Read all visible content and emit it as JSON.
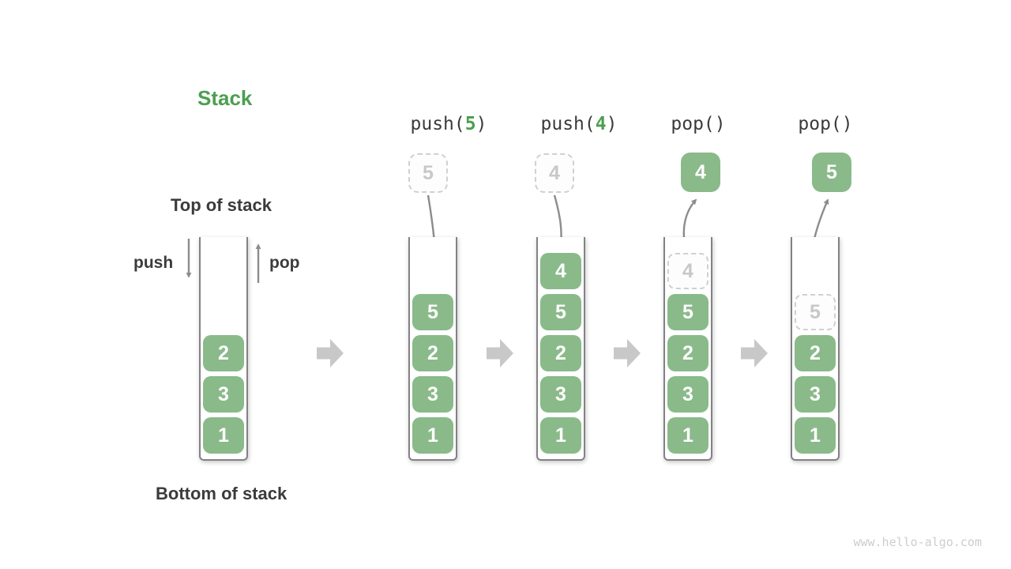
{
  "title": "Stack",
  "labels": {
    "top": "Top of stack",
    "bottom": "Bottom of stack",
    "push": "push",
    "pop": "pop"
  },
  "watermark": "www.hello-algo.com",
  "colors": {
    "box_green": "#8aba8a",
    "accent_green": "#4d9e50",
    "text_dark": "#3b3b3b",
    "container_border": "#828282",
    "flow_arrow_gray": "#8c8c8c",
    "transition_arrow_gray": "#c8c8c8",
    "dashed_border": "#d0d0d0",
    "dashed_text": "#c8c8c8",
    "watermark_gray": "#cdcdcd"
  },
  "icons": {
    "push_direction": "↓",
    "pop_direction": "↑",
    "transition": "→"
  },
  "columns": [
    {
      "id": "initial",
      "boxes": [
        {
          "value": "2",
          "style": "solid"
        },
        {
          "value": "3",
          "style": "solid"
        },
        {
          "value": "1",
          "style": "solid"
        }
      ]
    },
    {
      "id": "after-push-5",
      "operation": {
        "prefix": "push(",
        "arg": "5",
        "suffix": ")"
      },
      "floating": {
        "value": "5",
        "style": "dashed"
      },
      "boxes": [
        {
          "value": "5",
          "style": "solid"
        },
        {
          "value": "2",
          "style": "solid"
        },
        {
          "value": "3",
          "style": "solid"
        },
        {
          "value": "1",
          "style": "solid"
        }
      ]
    },
    {
      "id": "after-push-4",
      "operation": {
        "prefix": "push(",
        "arg": "4",
        "suffix": ")"
      },
      "floating": {
        "value": "4",
        "style": "dashed"
      },
      "boxes": [
        {
          "value": "4",
          "style": "solid"
        },
        {
          "value": "5",
          "style": "solid"
        },
        {
          "value": "2",
          "style": "solid"
        },
        {
          "value": "3",
          "style": "solid"
        },
        {
          "value": "1",
          "style": "solid"
        }
      ]
    },
    {
      "id": "after-pop-4",
      "operation": {
        "prefix": "pop()",
        "arg": "",
        "suffix": ""
      },
      "floating": {
        "value": "4",
        "style": "solid"
      },
      "boxes": [
        {
          "value": "4",
          "style": "dashed"
        },
        {
          "value": "5",
          "style": "solid"
        },
        {
          "value": "2",
          "style": "solid"
        },
        {
          "value": "3",
          "style": "solid"
        },
        {
          "value": "1",
          "style": "solid"
        }
      ]
    },
    {
      "id": "after-pop-5",
      "operation": {
        "prefix": "pop()",
        "arg": "",
        "suffix": ""
      },
      "floating": {
        "value": "5",
        "style": "solid"
      },
      "boxes": [
        {
          "value": "5",
          "style": "dashed"
        },
        {
          "value": "2",
          "style": "solid"
        },
        {
          "value": "3",
          "style": "solid"
        },
        {
          "value": "1",
          "style": "solid"
        }
      ]
    }
  ]
}
